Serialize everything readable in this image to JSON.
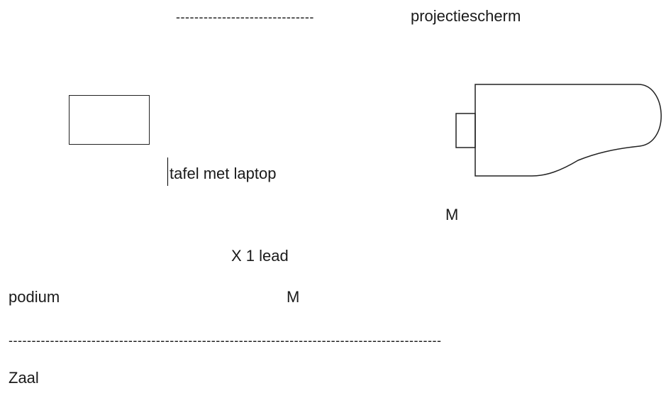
{
  "labels": {
    "screen_dashes": "------------------------------",
    "screen": "projectiescherm",
    "table": "tafel met laptop",
    "mic_right": "M",
    "lead": "X 1 lead",
    "podium": "podium",
    "mic_center": "M",
    "stage_edge_dashes": "----------------------------------------------------------------------------------------------",
    "hall": "Zaal"
  }
}
